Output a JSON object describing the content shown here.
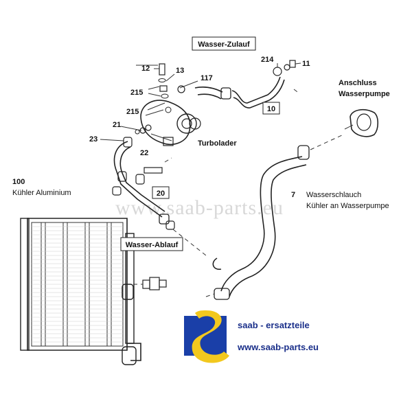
{
  "labels": {
    "wasser_zulauf": "Wasser-Zulauf",
    "wasser_ablauf": "Wasser-Ablauf",
    "part_10": "10",
    "part_20": "20",
    "part_12": "12",
    "part_13": "13",
    "part_117": "117",
    "part_214": "214",
    "part_11": "11",
    "part_215_a": "215",
    "part_215_b": "215",
    "part_21": "21",
    "part_23": "23",
    "part_22": "22",
    "turbolader": "Turbolader",
    "anschluss": "Anschluss",
    "wasserpumpe": "Wasserpumpe",
    "kuehler_num": "100",
    "kuehler_text": "Kühler Aluminium",
    "hose_num": "7",
    "hose_line1": "Wasserschlauch",
    "hose_line2": "Kühler an Wasserpumpe"
  },
  "watermark": "www.saab-parts.eu",
  "brand": {
    "line1": "saab - ersatzteile",
    "line2": "www.saab-parts.eu",
    "logo_letter": "S",
    "blue": "#1a3fa8",
    "yellow": "#f2c81e"
  }
}
